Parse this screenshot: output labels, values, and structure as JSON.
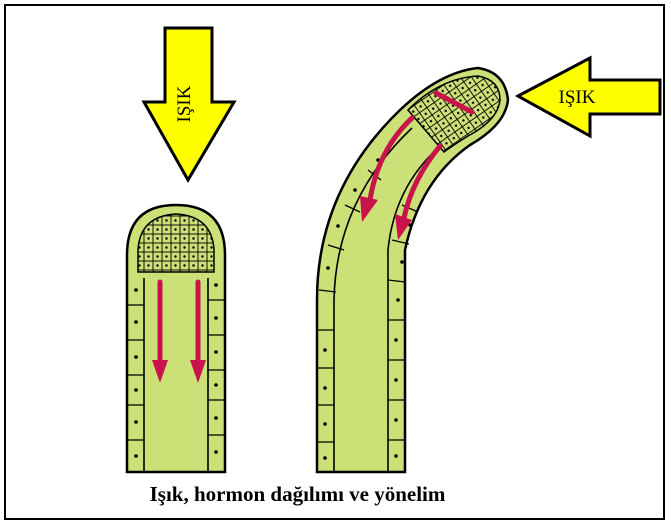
{
  "arrows": {
    "top_label": "IŞIK",
    "side_label": "IŞIK"
  },
  "caption": "Işık, hormon dağılımı ve yönelim",
  "colors": {
    "light_arrow_fill": "#ffff00",
    "tissue_fill": "#cbe077",
    "hormone_arrow": "#c8144a",
    "outline": "#000000"
  }
}
